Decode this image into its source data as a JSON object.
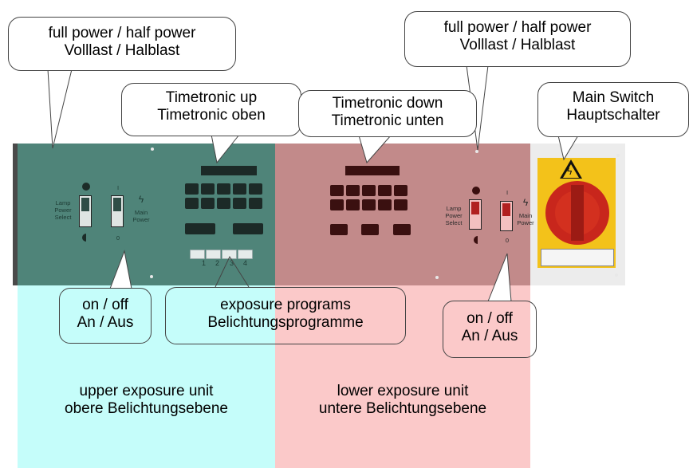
{
  "callouts": {
    "upper_power_mode": {
      "line1": "full power / half power",
      "line2": "Volllast / Halblast"
    },
    "lower_power_mode": {
      "line1": "full power / half power",
      "line2": "Volllast / Halblast"
    },
    "timetronic_up": {
      "line1": "Timetronic up",
      "line2": "Timetronic oben"
    },
    "timetronic_down": {
      "line1": "Timetronic down",
      "line2": "Timetronic unten"
    },
    "main_switch": {
      "line1": "Main Switch",
      "line2": "Hauptschalter"
    },
    "upper_on_off": {
      "line1": "on / off",
      "line2": "An / Aus"
    },
    "lower_on_off": {
      "line1": "on / off",
      "line2": "An / Aus"
    },
    "exposure_programs": {
      "line1": "exposure programs",
      "line2": "Belichtungsprogramme"
    }
  },
  "zones": {
    "upper": {
      "line1": "upper exposure unit",
      "line2": "obere Belichtungsebene",
      "color": "#c5fdfa"
    },
    "lower": {
      "line1": "lower exposure unit",
      "line2": "untere Belichtungsebene",
      "color": "#fbc9c9"
    }
  },
  "panel": {
    "lamp_power_select": "Lamp\nPower\nSelect",
    "main_power": "Main\nPower",
    "switch_on_mark": "I",
    "switch_off_mark": "0",
    "program_numbers": [
      "1",
      "2",
      "3",
      "4"
    ],
    "upper_color": "#4f8479",
    "lower_color": "#c28a8a"
  },
  "icons": [
    "full-power-symbol-icon",
    "half-power-symbol-icon",
    "lightning-icon",
    "warning-triangle-icon",
    "rotary-switch-icon"
  ]
}
